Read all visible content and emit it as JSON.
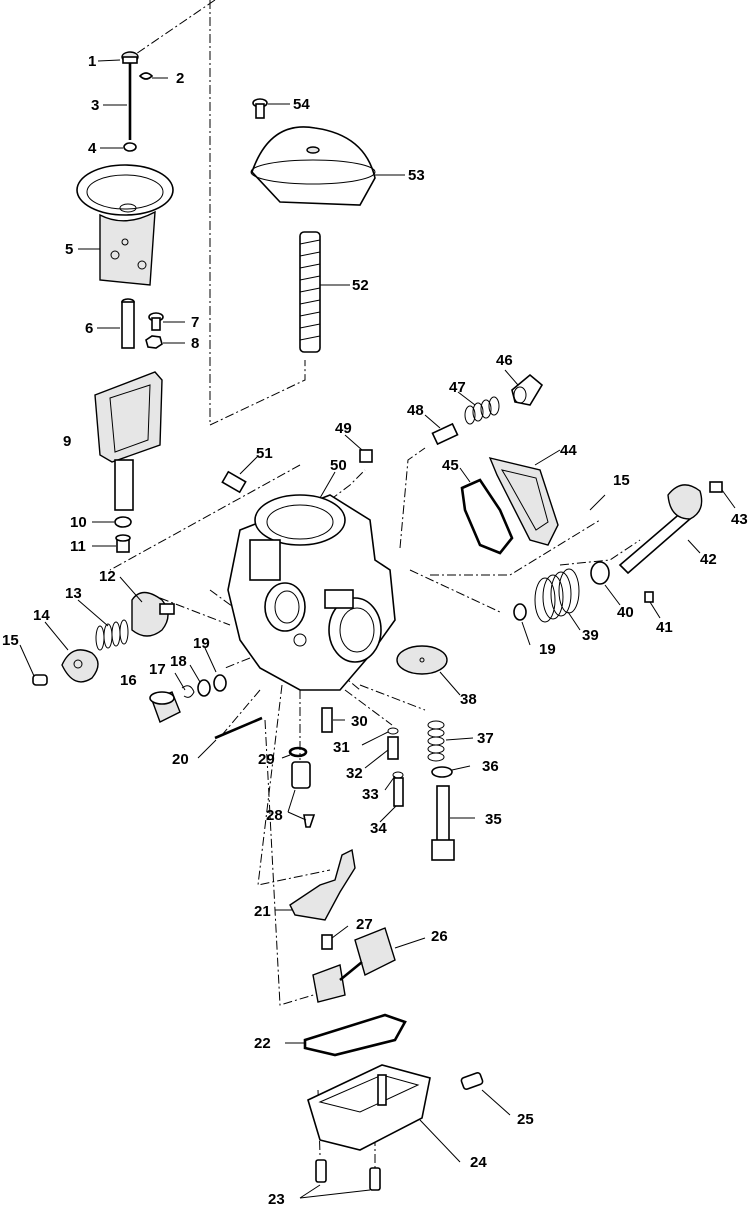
{
  "diagram": {
    "callouts": [
      "1",
      "2",
      "3",
      "4",
      "5",
      "6",
      "7",
      "8",
      "9",
      "10",
      "11",
      "12",
      "13",
      "14",
      "15",
      "15",
      "16",
      "17",
      "18",
      "19",
      "19",
      "20",
      "21",
      "22",
      "23",
      "24",
      "25",
      "26",
      "27",
      "28",
      "29",
      "30",
      "31",
      "32",
      "33",
      "34",
      "35",
      "36",
      "37",
      "38",
      "39",
      "40",
      "41",
      "42",
      "43",
      "44",
      "45",
      "46",
      "47",
      "48",
      "49",
      "50",
      "51",
      "52",
      "53",
      "54"
    ]
  }
}
